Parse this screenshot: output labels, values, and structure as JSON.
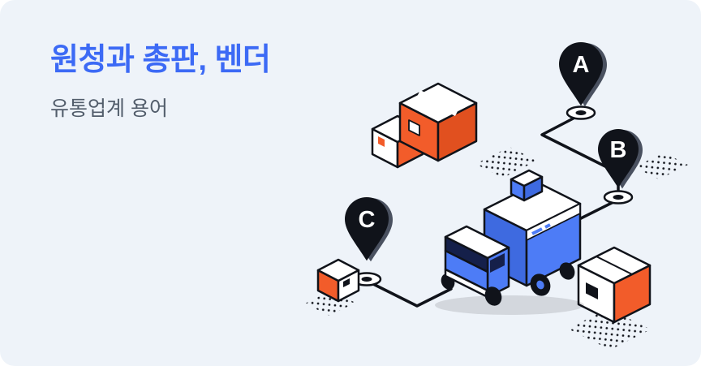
{
  "colors": {
    "bg": "#eef3f9",
    "accent": "#3c6af5",
    "subtitle": "#525d6b",
    "orange": "#f25c2a",
    "orange2": "#e1501f",
    "blue": "#4d7cf6",
    "blue_dark": "#3e6ae0",
    "navy": "#15204a",
    "ink": "#10131a"
  },
  "banner": {
    "title": "원청과 총판, 벤더",
    "subtitle": "유통업계 용어"
  },
  "illustration": {
    "description": "isometric delivery truck with packages and route pins",
    "pins": [
      {
        "label": "A"
      },
      {
        "label": "B"
      },
      {
        "label": "C"
      }
    ]
  }
}
